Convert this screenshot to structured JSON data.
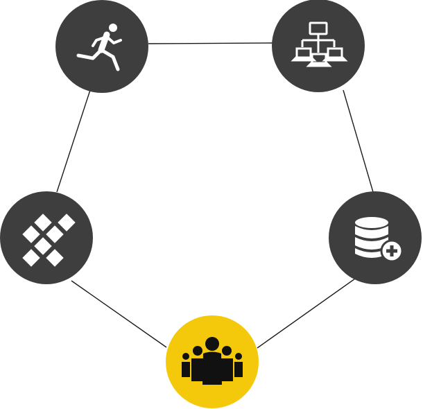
{
  "diagram": {
    "nodes": [
      {
        "id": "runner",
        "icon": "runner-icon",
        "color": "#3e3e3e",
        "icon_color": "#ffffff",
        "active": false
      },
      {
        "id": "network",
        "icon": "network-hierarchy-icon",
        "color": "#3e3e3e",
        "icon_color": "#ffffff",
        "active": false
      },
      {
        "id": "database",
        "icon": "database-add-icon",
        "color": "#3e3e3e",
        "icon_color": "#ffffff",
        "active": false
      },
      {
        "id": "team",
        "icon": "people-group-icon",
        "color": "#f5c90b",
        "icon_color": "#111111",
        "active": true
      },
      {
        "id": "diamonds",
        "icon": "diamond-grid-icon",
        "color": "#3e3e3e",
        "icon_color": "#ffffff",
        "active": false
      }
    ],
    "connections": [
      [
        "runner",
        "network"
      ],
      [
        "network",
        "database"
      ],
      [
        "database",
        "team"
      ],
      [
        "team",
        "diamonds"
      ],
      [
        "diamonds",
        "runner"
      ]
    ]
  }
}
